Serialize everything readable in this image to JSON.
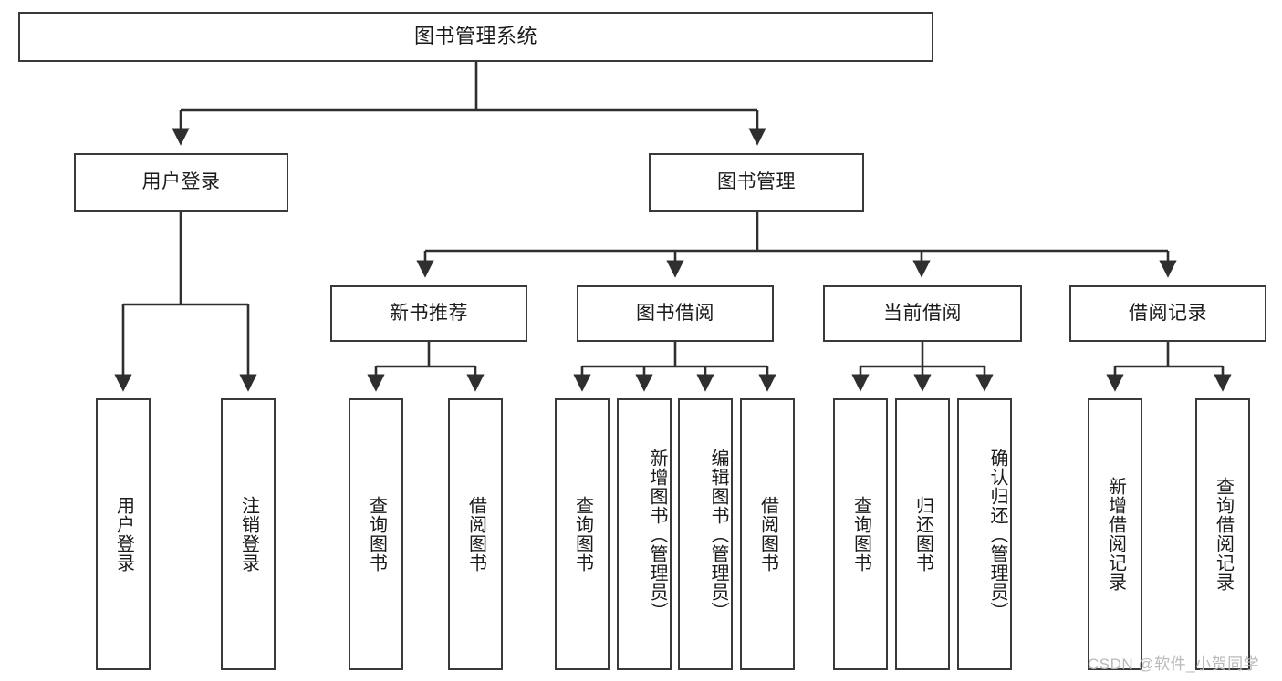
{
  "diagram": {
    "title": "图书管理系统",
    "type": "tree-hierarchy-chart",
    "watermark": "CSDN @软件_小贺同学",
    "colors": {
      "box_border": "#3a3a3a",
      "box_fill": "#ffffff",
      "connector": "#2f2f2f",
      "text": "#1a1a1a",
      "watermark": "#b9b9b9",
      "background": "#ffffff"
    }
  },
  "nodes": {
    "root": {
      "label": "图书管理系统"
    },
    "level2": [
      {
        "label": "用户登录"
      },
      {
        "label": "图书管理"
      }
    ],
    "level3": [
      {
        "label": "新书推荐"
      },
      {
        "label": "图书借阅"
      },
      {
        "label": "当前借阅"
      },
      {
        "label": "借阅记录"
      }
    ],
    "leaves": {
      "user_login": [
        {
          "label": "用户登录"
        },
        {
          "label": "注销登录"
        }
      ],
      "new_book_recommend": [
        {
          "label": "查询图书"
        },
        {
          "label": "借阅图书"
        }
      ],
      "book_borrow": [
        {
          "label": "查询图书"
        },
        {
          "label": "新增图书（管理员）"
        },
        {
          "label": "编辑图书（管理员）"
        },
        {
          "label": "借阅图书"
        }
      ],
      "current_borrow": [
        {
          "label": "查询图书"
        },
        {
          "label": "归还图书"
        },
        {
          "label": "确认归还（管理员）"
        }
      ],
      "borrow_record": [
        {
          "label": "新增借阅记录"
        },
        {
          "label": "查询借阅记录"
        }
      ]
    }
  }
}
